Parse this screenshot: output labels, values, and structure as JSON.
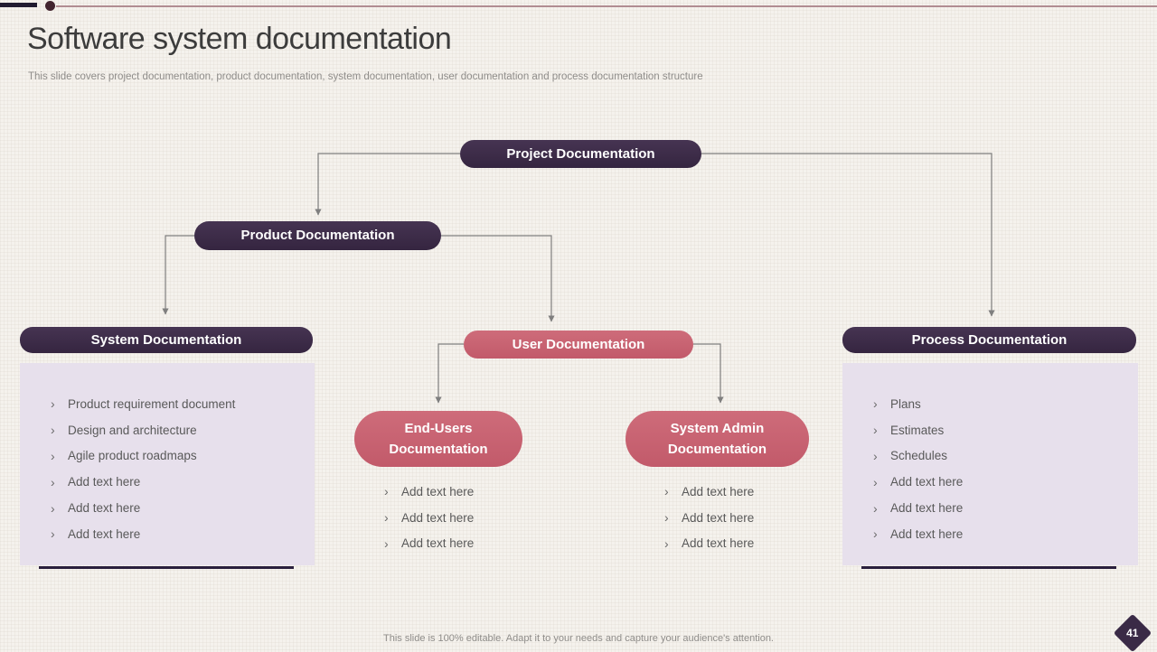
{
  "slide": {
    "title": "Software system documentation",
    "subtitle": "This slide covers project documentation, product documentation, system documentation, user documentation and process documentation structure",
    "footer": "This slide is 100% editable. Adapt it to your needs and capture your audience's attention.",
    "page_number": "41",
    "bullet_glyph": "›"
  },
  "colors": {
    "dark_pill": "#3a2a46",
    "rose_pill": "#c7606f",
    "panel": "#e7e0ec",
    "accent_thin_line": "#b18d92",
    "accent_dark_segment": "#221c31",
    "underline": "#2a1f3d",
    "connector": "#7f7f7f",
    "background": "#f5f2ed"
  },
  "diagram": {
    "project": {
      "label": "Project Documentation"
    },
    "product": {
      "label": "Product Documentation"
    },
    "system": {
      "label": "System Documentation",
      "items": [
        "Product requirement document",
        "Design and architecture",
        "Agile product roadmaps",
        "Add text here",
        "Add text here",
        "Add text here"
      ]
    },
    "user": {
      "label": "User Documentation"
    },
    "end_users": {
      "label_line1": "End-Users",
      "label_line2": "Documentation",
      "items": [
        "Add text here",
        "Add text here",
        "Add text here"
      ]
    },
    "system_admin": {
      "label_line1": "System Admin",
      "label_line2": "Documentation",
      "items": [
        "Add text here",
        "Add text here",
        "Add text here"
      ]
    },
    "process": {
      "label": "Process Documentation",
      "items": [
        "Plans",
        "Estimates",
        "Schedules",
        "Add text here",
        "Add text here",
        "Add text here"
      ]
    }
  }
}
